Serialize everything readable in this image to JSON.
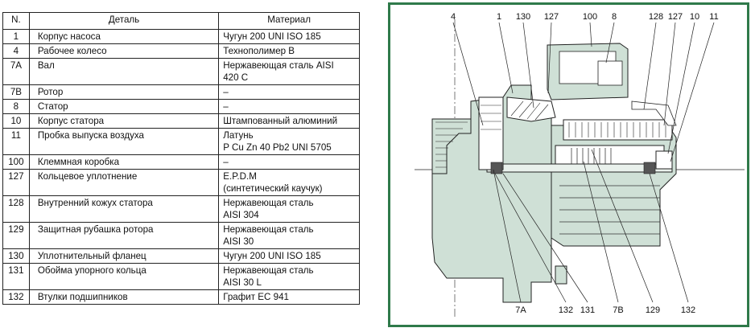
{
  "table": {
    "headers": {
      "num": "N.",
      "part": "Деталь",
      "material": "Материал"
    },
    "rows": [
      {
        "num": "1",
        "part": "Корпус насоса",
        "material": [
          "Чугун 200 UNI ISO 185"
        ]
      },
      {
        "num": "4",
        "part": "Рабочее колесо",
        "material": [
          "Технополимер В"
        ]
      },
      {
        "num": "7A",
        "part": "Вал",
        "material": [
          "Нержавеющая сталь AISI",
          "420 C"
        ]
      },
      {
        "num": "7B",
        "part": "Ротор",
        "material": [
          "–"
        ]
      },
      {
        "num": "8",
        "part": "Статор",
        "material": [
          "–"
        ]
      },
      {
        "num": "10",
        "part": "Корпус статора",
        "material": [
          "Штампованный алюминий"
        ]
      },
      {
        "num": "11",
        "part": "Пробка выпуска воздуха",
        "material": [
          "Латунь",
          "P Cu Zn 40 Pb2 UNI 5705"
        ]
      },
      {
        "num": "100",
        "part": "Клеммная коробка",
        "material": [
          "–"
        ]
      },
      {
        "num": "127",
        "part": "Кольцевое уплотнение",
        "material": [
          "E.P.D.M",
          "(синтетический каучук)"
        ]
      },
      {
        "num": "128",
        "part": "Внутренний кожух статора",
        "material": [
          "Нержавеющая сталь",
          "AISI 304"
        ]
      },
      {
        "num": "129",
        "part": "Защитная рубашка ротора",
        "material": [
          "Нержавеющая сталь",
          "AISI 30"
        ]
      },
      {
        "num": "130",
        "part": "Уплотнительный фланец",
        "material": [
          "Чугун 200 UNI ISO 185"
        ]
      },
      {
        "num": "131",
        "part": "Обойма упорного кольца",
        "material": [
          "Нержавеющая сталь",
          "AISI 30 L"
        ]
      },
      {
        "num": "132",
        "part": "Втулки подшипников",
        "material": [
          "Графит EC 941"
        ]
      }
    ]
  },
  "diagram": {
    "frame_color": "#2f7a4a",
    "body_color": "#cfe0d6",
    "top_labels": [
      "4",
      "1",
      "130",
      "127",
      "100",
      "8",
      "128",
      "127",
      "10",
      "11"
    ],
    "bottom_labels": [
      "7A",
      "132",
      "131",
      "7B",
      "129",
      "132"
    ]
  }
}
